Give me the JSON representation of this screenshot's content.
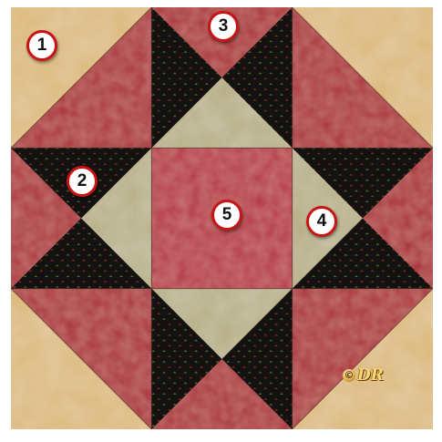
{
  "quilt": {
    "colors": {
      "tan": "#dcb877",
      "red": "#a82c3a",
      "black": "#141210",
      "sage": "#b6ad82",
      "center_red": "#b33446"
    },
    "patches": [
      {
        "number": "1",
        "fabric": "tan"
      },
      {
        "number": "2",
        "fabric": "black"
      },
      {
        "number": "3",
        "fabric": "red"
      },
      {
        "number": "4",
        "fabric": "sage"
      },
      {
        "number": "5",
        "fabric": "red"
      }
    ]
  },
  "watermark": {
    "symbol": "©",
    "initials": "DR"
  }
}
